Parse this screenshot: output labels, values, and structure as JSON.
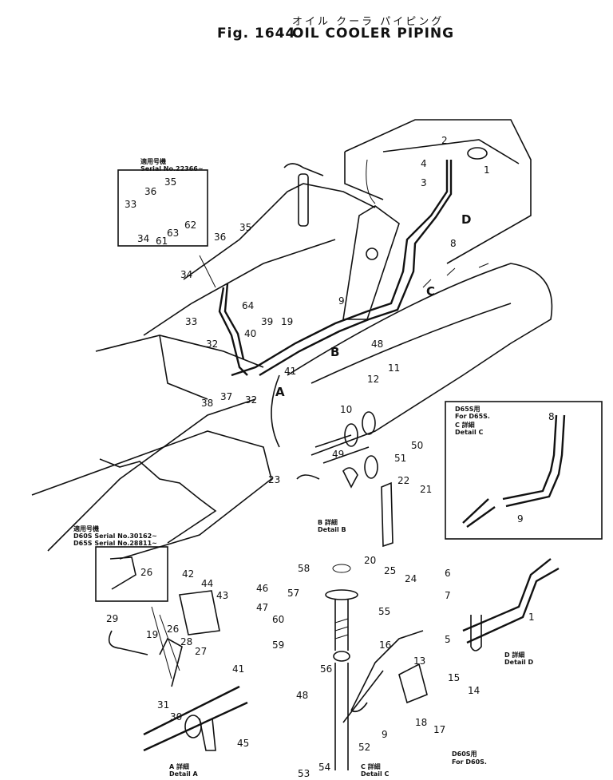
{
  "header": {
    "japanese_title": "オイル クーラ パイピング",
    "figure_number": "Fig. 1644",
    "title": "OIL COOLER PIPING"
  },
  "serial_notes": {
    "top_left_jp": "適用号機",
    "top_left_serial": "Serial No.22366~",
    "mid_left_jp": "適用号機",
    "mid_left_line1": "D60S Serial No.30162~",
    "mid_left_line2": "D65S Serial No.28811~",
    "detail_c_right_line1": "D65S用",
    "detail_c_right_line2": "For D65S.",
    "detail_c_right_line3": "C 詳細",
    "detail_c_right_line4": "Detail C",
    "bottom_right_line1": "D60S用",
    "bottom_right_line2": "For D60S."
  },
  "detail_labels": {
    "b_jp": "B 詳細",
    "b_en": "Detail B",
    "a_jp": "A 詳細",
    "a_en": "Detail A",
    "c_jp": "C 詳細",
    "c_en": "Detail C",
    "d_jp": "D 詳細",
    "d_en": "Detail D"
  },
  "arrow_letters": {
    "a": "A",
    "b": "B",
    "c": "C",
    "d": "D"
  },
  "part_numbers": [
    "1",
    "2",
    "3",
    "4",
    "8",
    "33",
    "34",
    "35",
    "36",
    "61",
    "62",
    "63",
    "35",
    "36",
    "34",
    "33",
    "64",
    "40",
    "39",
    "19",
    "9",
    "48",
    "32",
    "41",
    "37",
    "38",
    "32",
    "11",
    "12",
    "10",
    "50",
    "51",
    "49",
    "23",
    "22",
    "21",
    "20",
    "25",
    "24",
    "8",
    "9",
    "26",
    "42",
    "44",
    "43",
    "46",
    "47",
    "29",
    "26",
    "28",
    "27",
    "19",
    "31",
    "30",
    "41",
    "45",
    "58",
    "57",
    "60",
    "59",
    "55",
    "56",
    "48",
    "16",
    "13",
    "15",
    "14",
    "18",
    "17",
    "9",
    "52",
    "53",
    "54",
    "6",
    "7",
    "1",
    "5"
  ]
}
